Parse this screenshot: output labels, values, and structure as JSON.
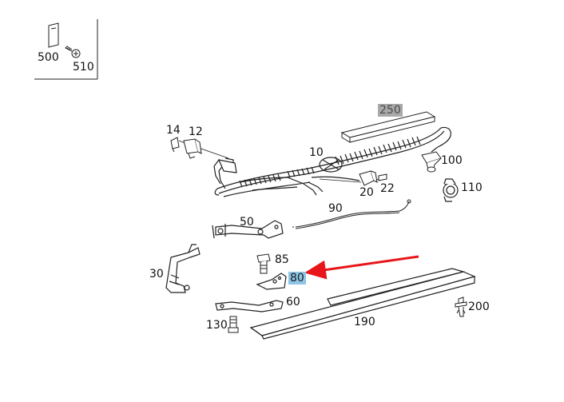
{
  "diagram": {
    "highlight_colors": {
      "primary": "#a9a9a9",
      "selected": "#8ec5e6",
      "arrow": "#e8161b"
    },
    "callouts": [
      {
        "id": "c500",
        "label": "500"
      },
      {
        "id": "c510",
        "label": "510"
      },
      {
        "id": "c250",
        "label": "250"
      },
      {
        "id": "c14",
        "label": "14"
      },
      {
        "id": "c12",
        "label": "12"
      },
      {
        "id": "c10",
        "label": "10"
      },
      {
        "id": "c100",
        "label": "100"
      },
      {
        "id": "c20",
        "label": "20"
      },
      {
        "id": "c22",
        "label": "22"
      },
      {
        "id": "c110",
        "label": "110"
      },
      {
        "id": "c90",
        "label": "90"
      },
      {
        "id": "c50",
        "label": "50"
      },
      {
        "id": "c85",
        "label": "85"
      },
      {
        "id": "c30",
        "label": "30"
      },
      {
        "id": "c80",
        "label": "80"
      },
      {
        "id": "c60",
        "label": "60"
      },
      {
        "id": "c200",
        "label": "200"
      },
      {
        "id": "c130",
        "label": "130"
      },
      {
        "id": "c190",
        "label": "190"
      }
    ]
  }
}
